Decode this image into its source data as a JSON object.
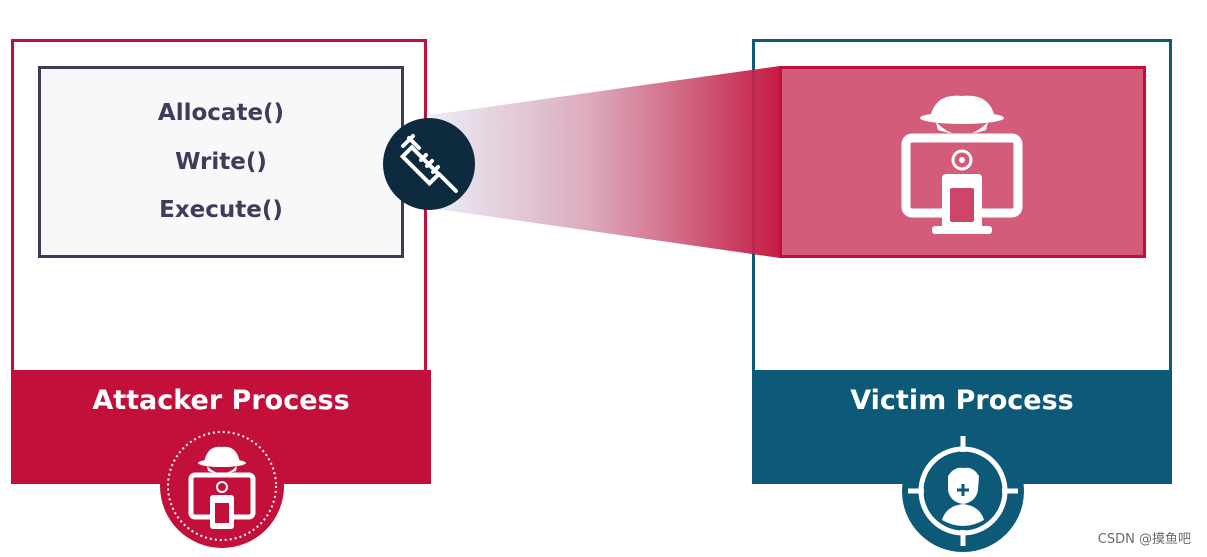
{
  "attacker": {
    "calls": [
      "Allocate()",
      "Write()",
      "Execute()"
    ],
    "label": "Attacker Process"
  },
  "victim": {
    "label": "Victim Process"
  },
  "icons": {
    "injection": "syringe-icon",
    "attacker": "hacker-computer-icon",
    "victim_payload": "hacker-computer-icon",
    "victim_target": "target-person-icon"
  },
  "colors": {
    "attacker": "#c2103a",
    "victim": "#0c5a78",
    "code_border": "#3b3d5a",
    "syringe_circle": "#0d2a3f",
    "payload_fill": "#cd4669"
  },
  "watermark": "CSDN @摸鱼吧"
}
